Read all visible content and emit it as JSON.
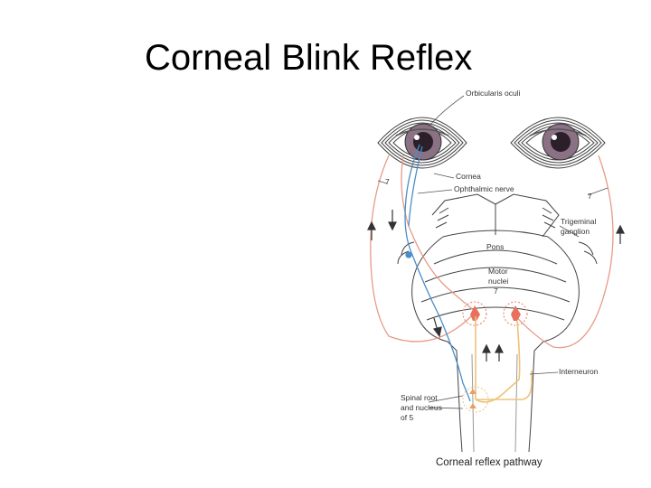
{
  "slide": {
    "title": "Corneal Blink Reflex"
  },
  "diagram": {
    "labels": {
      "orbicularis": "Orbicularis oculi",
      "cornea": "Cornea",
      "ophthalmic": "Ophthalmic nerve",
      "seven_left": "7",
      "seven_right": "7",
      "trigeminal_1": "Trigeminal",
      "trigeminal_2": "ganglion",
      "pons": "Pons",
      "motor_1": "Motor",
      "motor_2": "nuclei",
      "motor_3": "7",
      "interneuron": "Interneuron",
      "spinal_1": "Spinal root",
      "spinal_2": "and nucleus",
      "spinal_3": "of 5"
    },
    "caption": "Corneal reflex pathway",
    "colors": {
      "sensory": "#4a8ec8",
      "motor": "#e89a86",
      "interneuron": "#eec27a",
      "nucleus": "#e8705c",
      "outline": "#444444"
    }
  }
}
